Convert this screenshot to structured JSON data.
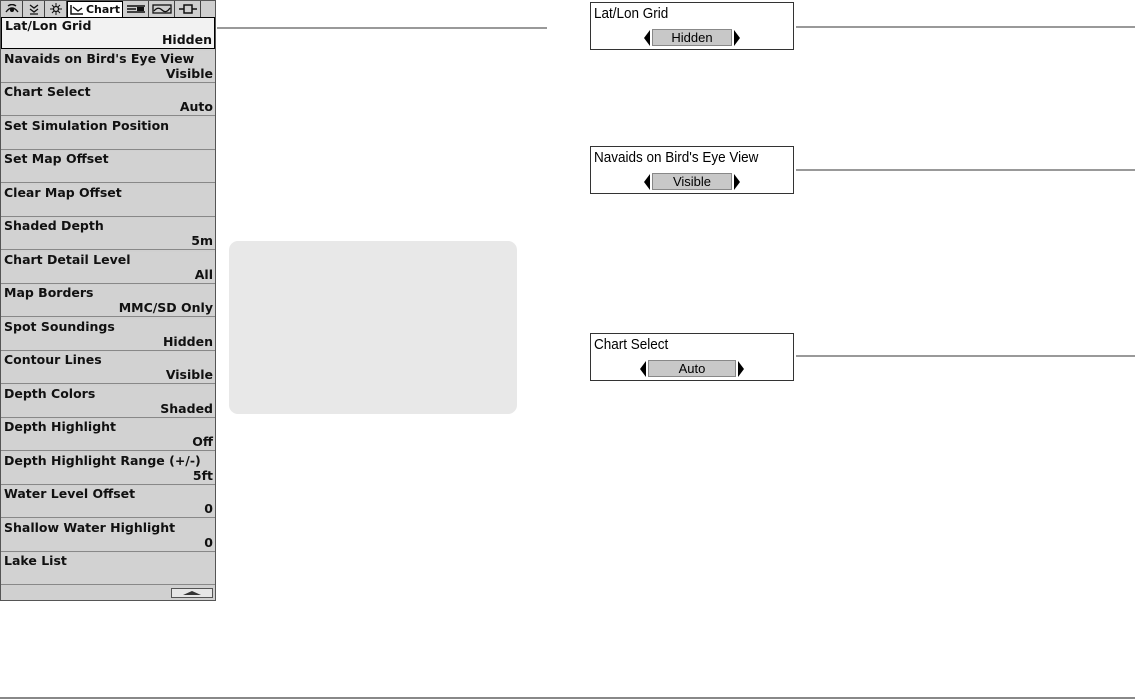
{
  "tabs": [
    {
      "icon": "alarm-icon"
    },
    {
      "icon": "sonar-icon"
    },
    {
      "icon": "settings-icon"
    },
    {
      "icon": "chart-icon",
      "label": "Chart",
      "active": true
    },
    {
      "icon": "navigation-icon"
    },
    {
      "icon": "sonar-view-icon"
    },
    {
      "icon": "accessories-icon"
    }
  ],
  "menu": {
    "items": [
      {
        "label": "Lat/Lon Grid",
        "value": "Hidden",
        "selected": true
      },
      {
        "label": "Navaids on Bird's Eye View",
        "value": "Visible"
      },
      {
        "label": "Chart Select",
        "value": "Auto"
      },
      {
        "label": "Set Simulation Position",
        "value": ""
      },
      {
        "label": "Set Map Offset",
        "value": ""
      },
      {
        "label": "Clear Map Offset",
        "value": ""
      },
      {
        "label": "Shaded Depth",
        "value": "5m"
      },
      {
        "label": "Chart Detail Level",
        "value": "All"
      },
      {
        "label": "Map Borders",
        "value": "MMC/SD Only"
      },
      {
        "label": "Spot Soundings",
        "value": "Hidden"
      },
      {
        "label": "Contour Lines",
        "value": "Visible"
      },
      {
        "label": "Depth Colors",
        "value": "Shaded"
      },
      {
        "label": "Depth Highlight",
        "value": "Off"
      },
      {
        "label": "Depth Highlight Range (+/-)",
        "value": "5ft"
      },
      {
        "label": "Water Level Offset",
        "value": "0"
      },
      {
        "label": "Shallow Water Highlight",
        "value": "0"
      },
      {
        "label": "Lake List",
        "value": ""
      }
    ]
  },
  "callouts": [
    {
      "title": "Lat/Lon Grid",
      "value": "Hidden"
    },
    {
      "title": "Navaids on Bird's Eye View",
      "value": "Visible"
    },
    {
      "title": "Chart Select",
      "value": "Auto"
    }
  ]
}
